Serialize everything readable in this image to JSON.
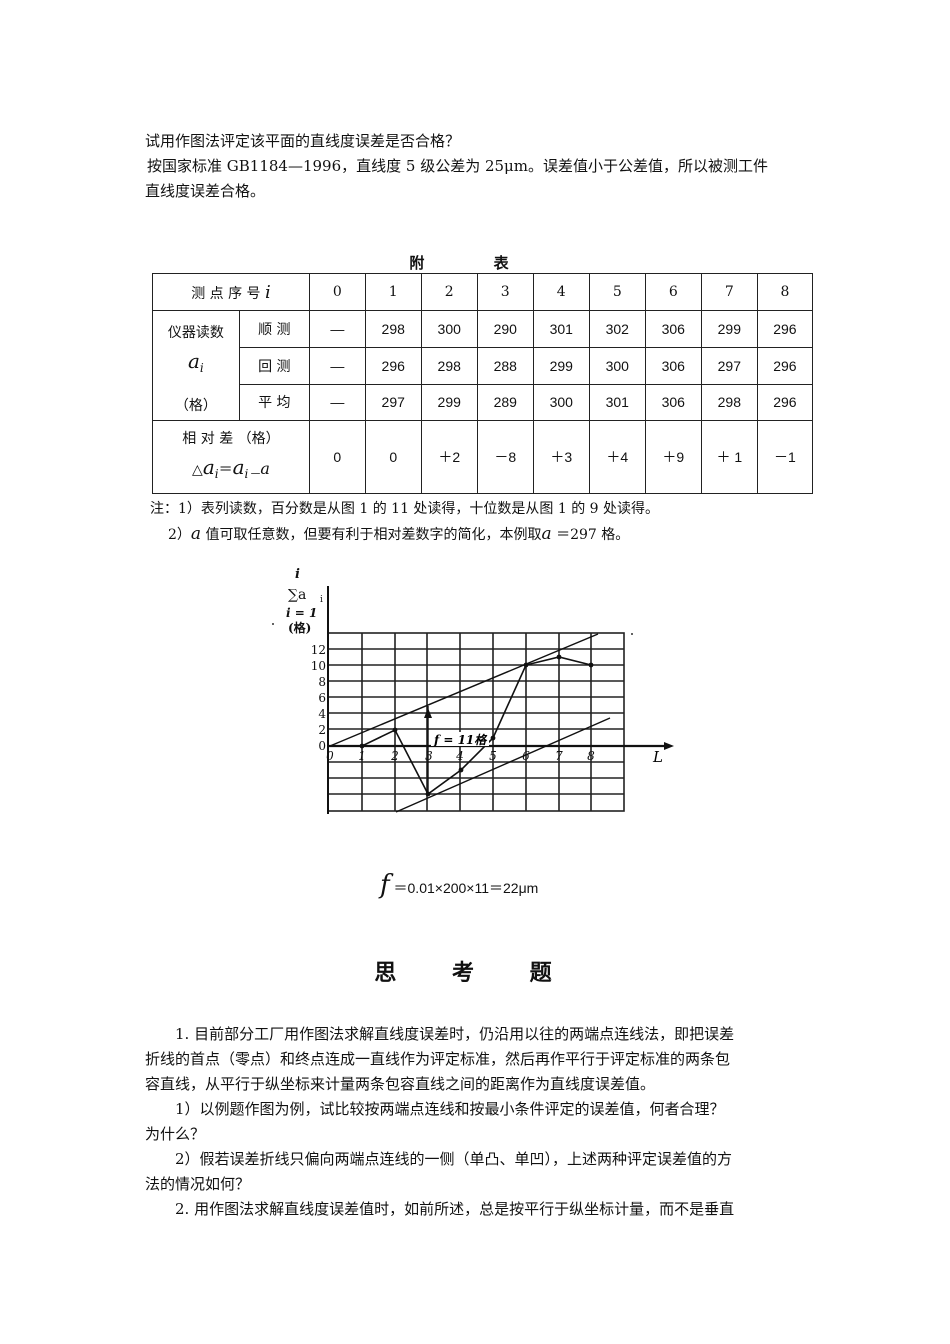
{
  "intro": {
    "question": "试用作图法评定该平面的直线度误差是否合格？",
    "answer_line1": "按国家标准 GB1184—1996，直线度 5 级公差为 25μm。误差值小于公差值，所以被测工件",
    "answer_line2": "直线度误差合格。"
  },
  "table": {
    "caption": "附 表",
    "header_label": "测 点 序 号",
    "header_symbol": "i",
    "columns": [
      "0",
      "1",
      "2",
      "3",
      "4",
      "5",
      "6",
      "7",
      "8"
    ],
    "group_label": "仪器读数",
    "group_symbol": "a",
    "group_sub": "i",
    "group_unit": "（格）",
    "rows": [
      {
        "label": "顺 测",
        "values": [
          "—",
          "298",
          "300",
          "290",
          "301",
          "302",
          "306",
          "299",
          "296"
        ]
      },
      {
        "label": "回 测",
        "values": [
          "—",
          "296",
          "298",
          "288",
          "299",
          "300",
          "306",
          "297",
          "296"
        ]
      },
      {
        "label": "平 均",
        "values": [
          "—",
          "297",
          "299",
          "289",
          "300",
          "301",
          "306",
          "298",
          "296"
        ]
      }
    ],
    "diff_label": "相 对 差 （格）",
    "diff_formula": {
      "delta": "△",
      "a": "a",
      "i": "i",
      "eq": "＝",
      "a2": "a",
      "i2": "i－",
      "a3": "a"
    },
    "diff_values": [
      "0",
      "0",
      "＋2",
      "－8",
      "＋3",
      "＋4",
      "＋9",
      "＋ 1",
      "－1"
    ]
  },
  "notes": {
    "note1": "注：1）表列读数，百分数是从图 1 的 11 处读得，十位数是从图 1 的 9 处读得。",
    "note2_prefix": "2）",
    "note2_sym": "a",
    "note2_mid": " 值可取任意数，但要有利于相对差数字的简化，本例取",
    "note2_sym2": "a",
    "note2_suffix": " ＝297 格。"
  },
  "figure": {
    "ylabel_top": "i",
    "ylabel_sum": "∑a",
    "ylabel_sub": "i",
    "ylabel_bottom": "i = 1",
    "ylabel_unit": "(格)",
    "xlabel": "L",
    "annotation": "f = 11格",
    "y_ticks": [
      "0",
      "2",
      "4",
      "6",
      "8",
      "10",
      "12"
    ],
    "x_ticks": [
      "0",
      "1",
      "2",
      "3",
      "4",
      "5",
      "6",
      "7",
      "8"
    ]
  },
  "formula": {
    "symbol": "f",
    "text": " ＝0.01×200×11＝22μm"
  },
  "section_title": "思 考 题",
  "questions": {
    "q1_l1": "1. 目前部分工厂用作图法求解直线度误差时，仍沿用以往的两端点连线法，即把误差",
    "q1_l2": "折线的首点（零点）和终点连成一直线作为评定标准，然后再作平行于评定标准的两条包",
    "q1_l3": "容直线，从平行于纵坐标来计量两条包容直线之间的距离作为直线度误差值。",
    "q1a_l1": "1）以例题作图为例，试比较按两端点连线和按最小条件评定的误差值，何者合理？",
    "q1a_l2": "为什么？",
    "q1b_l1": "2）假若误差折线只偏向两端点连线的一侧（单凸、单凹），上述两种评定误差值的方",
    "q1b_l2": "法的情况如何？",
    "q2_l1": "2. 用作图法求解直线度误差值时，如前所述，总是按平行于纵坐标计量，而不是垂直"
  }
}
